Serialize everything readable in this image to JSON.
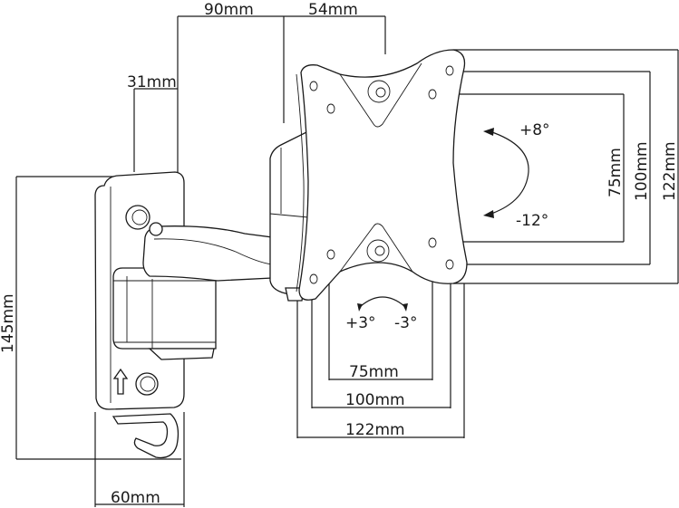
{
  "diagram": {
    "subject": "Wall mount TV bracket dimension drawing",
    "dimensions": {
      "top_left_width": "90mm",
      "top_right_width": "54mm",
      "arm_offset": "31mm",
      "wall_plate_height": "145mm",
      "wall_plate_width": "60mm",
      "vesa_horizontal_small": "75mm",
      "vesa_horizontal_mid": "100mm",
      "vesa_horizontal_large": "122mm",
      "vesa_vertical_small": "75mm",
      "vesa_vertical_mid": "100mm",
      "vesa_vertical_large": "122mm"
    },
    "tilt": {
      "up": "+8°",
      "down": "-12°"
    },
    "swivel": {
      "left": "+3°",
      "right": "-3°"
    }
  }
}
